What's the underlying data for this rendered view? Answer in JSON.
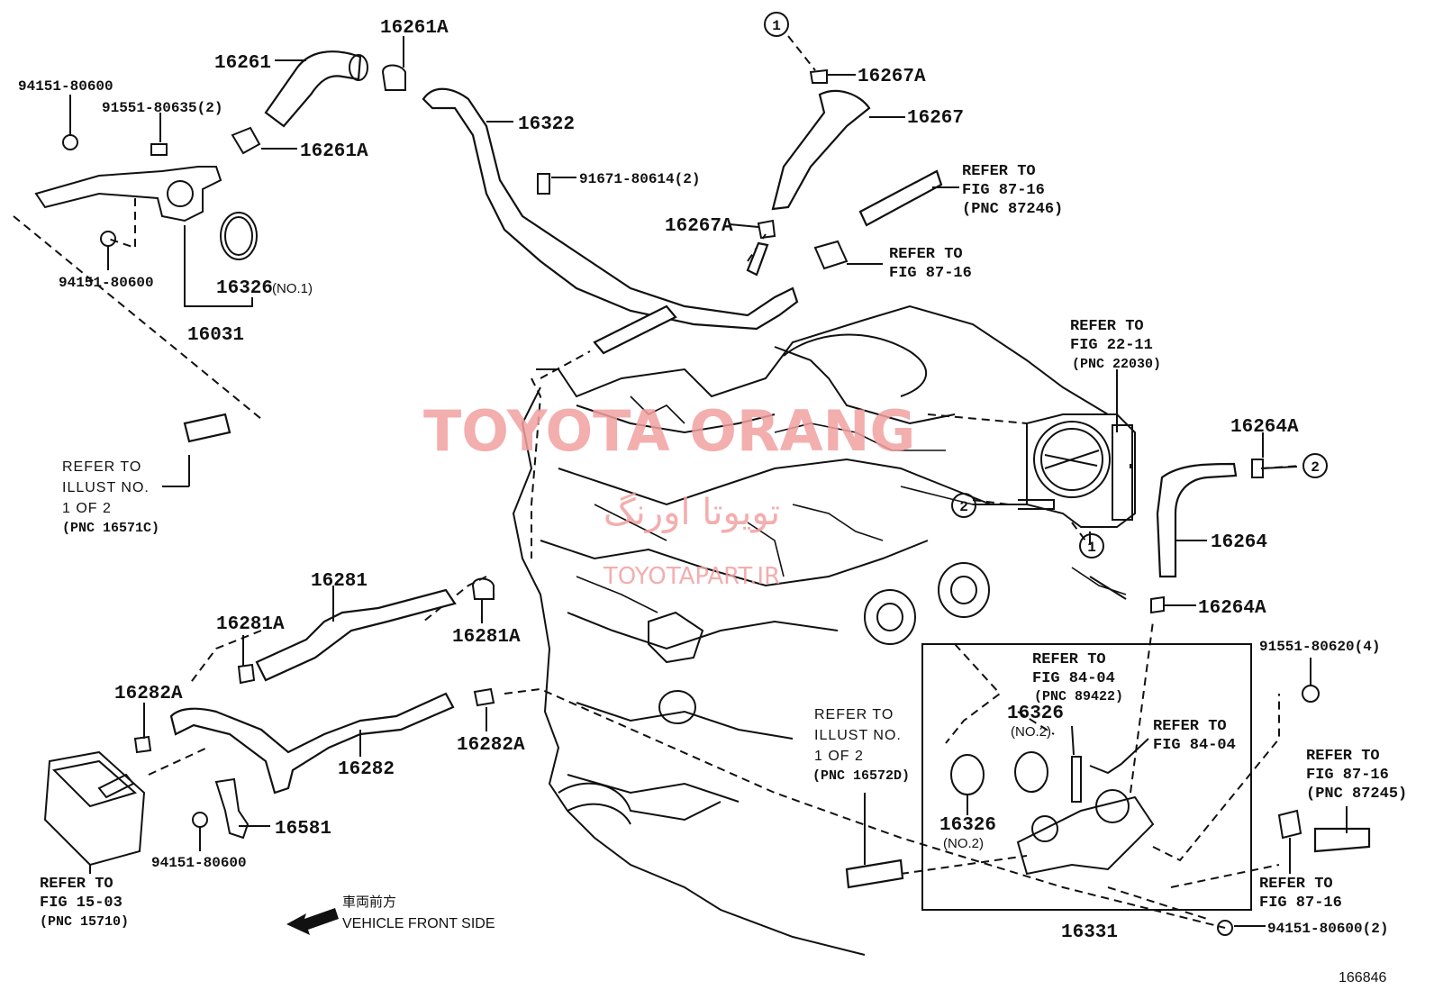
{
  "watermark": {
    "title": "TOYOTA ORANG",
    "persian": "تویوتا اورنگ",
    "site": "TOYOTAPART.IR"
  },
  "direction": {
    "jp": "車両前方",
    "en": "VEHICLE FRONT SIDE"
  },
  "figure_number": "166846",
  "parts": {
    "p16261A_top": "16261A",
    "p16261": "16261",
    "p94151_top": "94151-80600",
    "p91551_80635": "91551-80635(2)",
    "p16261A_mid": "16261A",
    "p16322": "16322",
    "p91671": "91671-80614(2)",
    "p16267A_top": "16267A",
    "p16267": "16267",
    "p16267A_mid": "16267A",
    "p94151_left": "94151-80600",
    "p16326_no1": "16326",
    "p16326_no1_suffix": "(NO.1)",
    "p16031": "16031",
    "p16264A_top": "16264A",
    "p16264": "16264",
    "p16264A_bot": "16264A",
    "p91551_80620": "91551-80620(4)",
    "p16281": "16281",
    "p16281A_left": "16281A",
    "p16281A_right": "16281A",
    "p16282A_left": "16282A",
    "p16282A_right": "16282A",
    "p16282": "16282",
    "p16581": "16581",
    "p94151_bottom": "94151-80600",
    "p16326_no2_a": "16326",
    "p16326_no2_a_suffix": "(NO.2)",
    "p16326_no2_b": "16326",
    "p16326_no2_b_suffix": "(NO.2)",
    "p16331": "16331",
    "p94151_80600_2": "94151-80600(2)"
  },
  "references": {
    "r87_16_pnc87246": [
      "REFER TO",
      "FIG 87-16",
      "(PNC 87246)"
    ],
    "r87_16_a": [
      "REFER TO",
      "FIG 87-16"
    ],
    "r22_11": [
      "REFER TO",
      "FIG 22-11",
      "(PNC 22030)"
    ],
    "r_illust_16571": [
      "REFER TO",
      "ILLUST NO.",
      "1 OF 2",
      "(PNC 16571C)"
    ],
    "r84_04_pnc": [
      "REFER TO",
      "FIG 84-04",
      "(PNC 89422)"
    ],
    "r84_04": [
      "REFER TO",
      "FIG 84-04"
    ],
    "r_illust_16572": [
      "REFER TO",
      "ILLUST NO.",
      "1 OF 2",
      "(PNC 16572D)"
    ],
    "r87_16_pnc87245": [
      "REFER TO",
      "FIG 87-16",
      "(PNC 87245)"
    ],
    "r87_16_b": [
      "REFER TO",
      "FIG 87-16"
    ],
    "r15_03": [
      "REFER TO",
      "FIG 15-03",
      "(PNC 15710)"
    ]
  },
  "callouts": {
    "c1": "1",
    "c2": "2"
  }
}
